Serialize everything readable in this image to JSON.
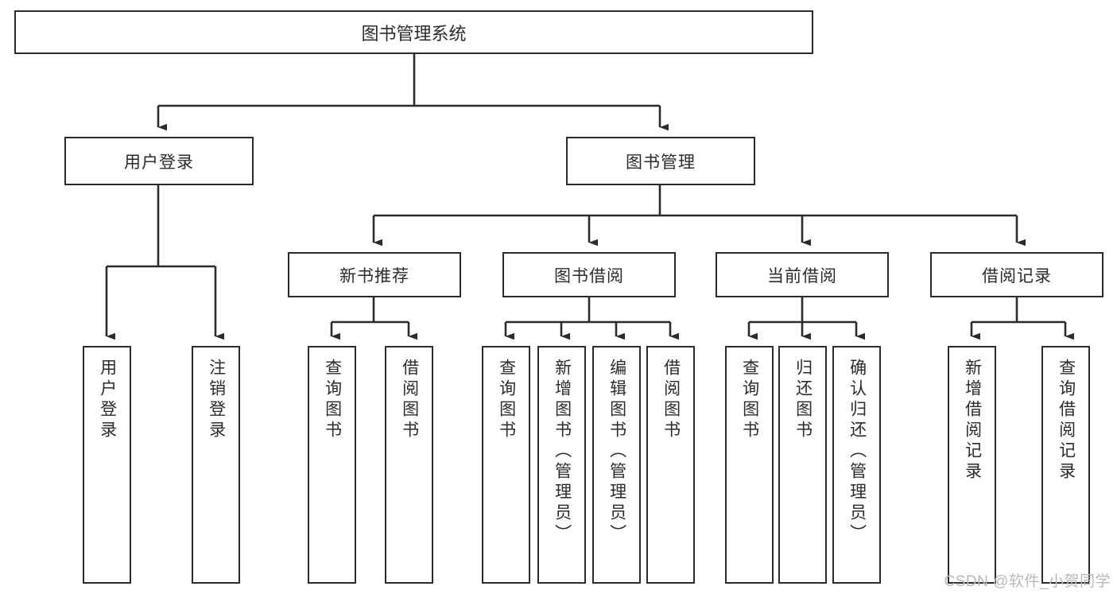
{
  "diagram": {
    "title": "图书管理系统",
    "type": "hierarchy-tree",
    "orientation": "top-down",
    "colors": {
      "box_border": "#2b2b2b",
      "box_fill": "#ffffff",
      "edge": "#2b2b2b",
      "text": "#2b2b2b",
      "watermark": "#b9b9b9"
    },
    "root": {
      "label": "图书管理系统"
    },
    "level1": [
      {
        "label": "用户登录"
      },
      {
        "label": "图书管理"
      }
    ],
    "level2": [
      {
        "label": "新书推荐"
      },
      {
        "label": "图书借阅"
      },
      {
        "label": "当前借阅"
      },
      {
        "label": "借阅记录"
      }
    ],
    "leaves": {
      "user_login": [
        {
          "label": "用户登录"
        },
        {
          "label": "注销登录"
        }
      ],
      "new_book_recommend": [
        {
          "label": "查询图书"
        },
        {
          "label": "借阅图书"
        }
      ],
      "book_borrow": [
        {
          "label": "查询图书"
        },
        {
          "label": "新增图书（管理员）"
        },
        {
          "label": "编辑图书（管理员）"
        },
        {
          "label": "借阅图书"
        }
      ],
      "current_borrow": [
        {
          "label": "查询图书"
        },
        {
          "label": "归还图书"
        },
        {
          "label": "确认归还（管理员）"
        }
      ],
      "borrow_record": [
        {
          "label": "新增借阅记录"
        },
        {
          "label": "查询借阅记录"
        }
      ]
    }
  },
  "watermark": {
    "text": "CSDN @软件_小贺同学"
  }
}
